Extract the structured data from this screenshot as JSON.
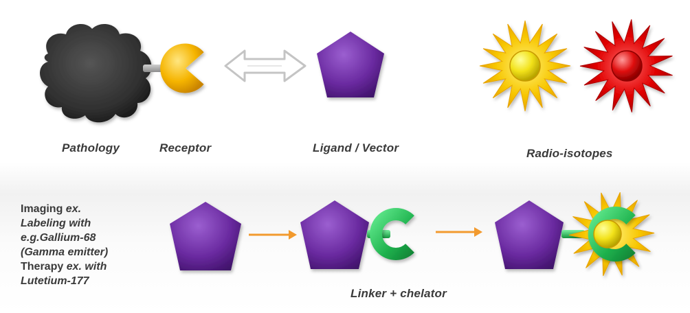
{
  "labels": {
    "pathology": "Pathology",
    "receptor": "Receptor",
    "ligand": "Ligand / Vector",
    "radio": "Radio-isotopes",
    "linker": "Linker + chelator"
  },
  "side_text": {
    "imaging_key": "Imaging",
    "imaging_ex": " ex.",
    "line2": "Labeling with",
    "line3": "e.g.Gallium-68",
    "line4": "(Gamma emitter)",
    "therapy_key": "Therapy",
    "therapy_ex": " ex. with",
    "line6": "Lutetium-177"
  },
  "colors": {
    "pathology": "#2e2e2e",
    "receptor": "#f5b400",
    "ligand": "#6a2aa0",
    "chelator": "#1fb24e",
    "isotope_yellow": "#f7c600",
    "isotope_red": "#e00000",
    "arrow_orange": "#f29a2e",
    "label_text": "#3a3a3a"
  }
}
